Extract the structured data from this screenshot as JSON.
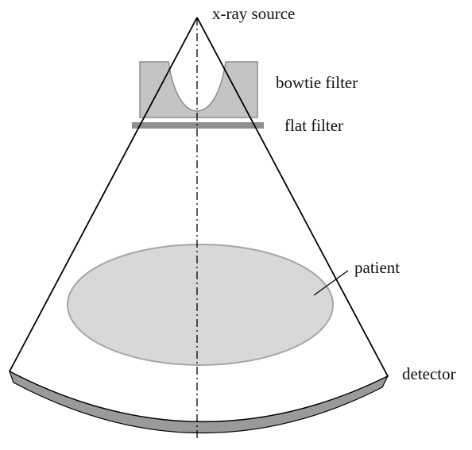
{
  "labels": {
    "source": "x-ray source",
    "bowtie": "bowtie filter",
    "flat": "flat filter",
    "patient": "patient",
    "detector": "detector"
  },
  "colors": {
    "outline": "#000000",
    "bowtie_fill": "#c4c4c4",
    "bowtie_stroke": "#8c8c8c",
    "flat_filter": "#8f8f8f",
    "patient_fill": "#d8d8d8",
    "patient_stroke": "#a6a6a6",
    "detector_fill": "#9a9a9a",
    "background": "#ffffff"
  }
}
